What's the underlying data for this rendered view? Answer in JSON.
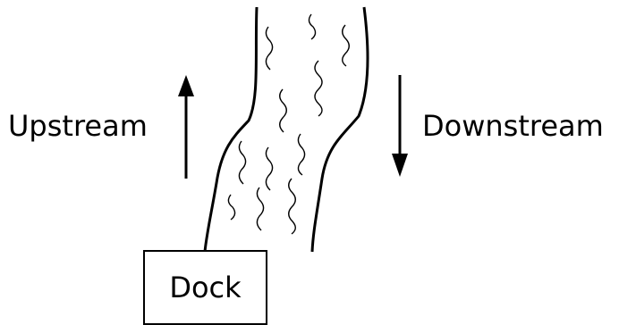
{
  "labels": {
    "upstream": "Upstream",
    "downstream": "Downstream",
    "dock": "Dock"
  },
  "colors": {
    "stroke": "#000000",
    "background": "#ffffff"
  },
  "icons": {
    "upstream_arrow": "arrow-up-icon",
    "downstream_arrow": "arrow-down-icon"
  }
}
